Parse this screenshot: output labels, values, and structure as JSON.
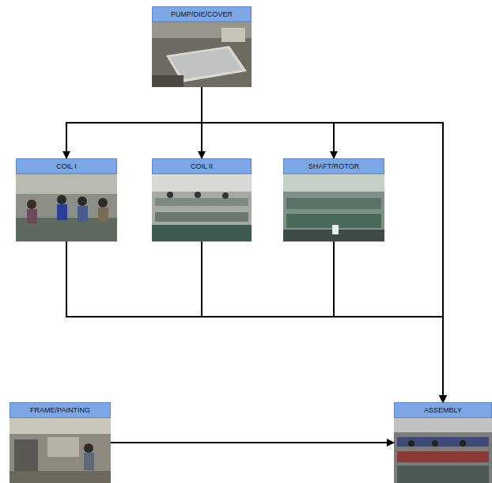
{
  "diagram": {
    "nodes": [
      {
        "text": [
          "PUMP/DIE/COVER"
        ]
      },
      {
        "text": [
          "COIL I"
        ]
      },
      {
        "text": [
          "COIL II"
        ]
      },
      {
        "text": [
          "SHAFT/ROTOR"
        ]
      },
      {
        "text": [
          "FRAME/PAINTING"
        ]
      },
      {
        "text": [
          "ASSEMBLY"
        ]
      }
    ],
    "edges": [
      {
        "from": 0,
        "to": 1,
        "arrow": "to"
      },
      {
        "from": 0,
        "to": 2,
        "arrow": "to"
      },
      {
        "from": 0,
        "to": 3,
        "arrow": "to"
      },
      {
        "from": 0,
        "to": 5,
        "arrow": "to"
      },
      {
        "from": 1,
        "to": 5,
        "arrow": "to"
      },
      {
        "from": 2,
        "to": 5,
        "arrow": "to"
      },
      {
        "from": 3,
        "to": 5,
        "arrow": "to"
      },
      {
        "from": 4,
        "to": 5,
        "arrow": "to"
      }
    ]
  }
}
